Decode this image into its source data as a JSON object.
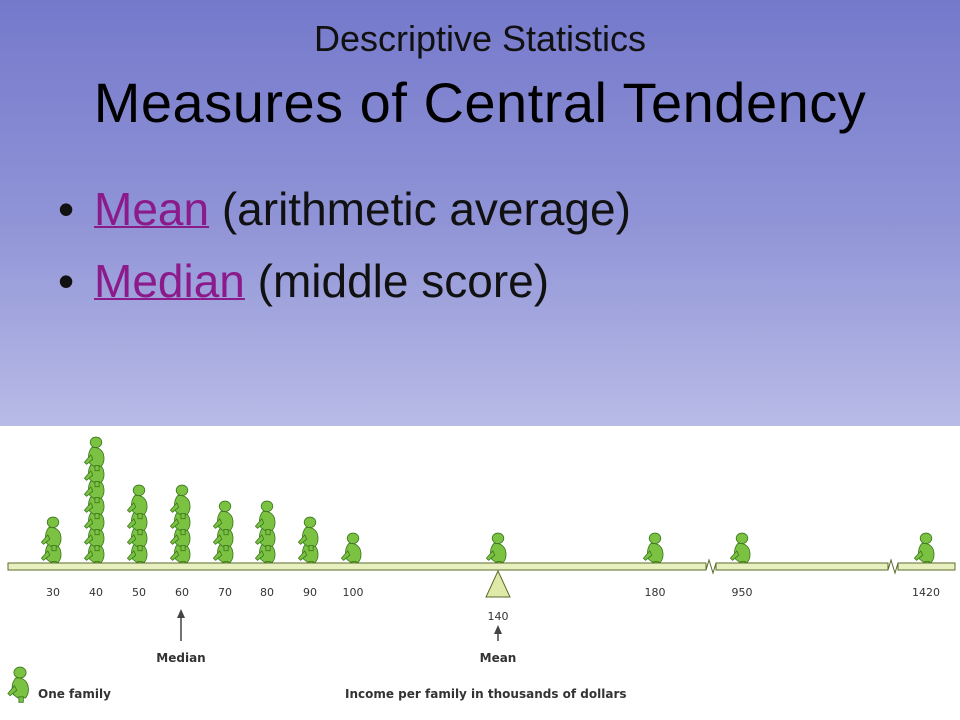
{
  "slide": {
    "subtitle": "Descriptive Statistics",
    "title": "Measures of Central Tendency",
    "bullets": [
      {
        "link": "Mean",
        "text": " (arithmetic average)"
      },
      {
        "link": "Median",
        "text": " (middle score)"
      }
    ]
  },
  "figure": {
    "categories": [
      "30",
      "40",
      "50",
      "60",
      "70",
      "80",
      "90",
      "100",
      "140",
      "180",
      "950",
      "1420"
    ],
    "family_counts": [
      2,
      7,
      4,
      4,
      3,
      3,
      2,
      1,
      1,
      1,
      1,
      1
    ],
    "median_label": "Median",
    "median_value": "60",
    "mean_label": "Mean",
    "mean_value": "140",
    "legend_label": "One family",
    "axis_caption": "Income per family in thousands of dollars",
    "colors": {
      "figure": "#7cc242",
      "beam": "#e8f0c0",
      "fulcrum": "#dfe9a8",
      "link": "#8b1a8b"
    }
  }
}
